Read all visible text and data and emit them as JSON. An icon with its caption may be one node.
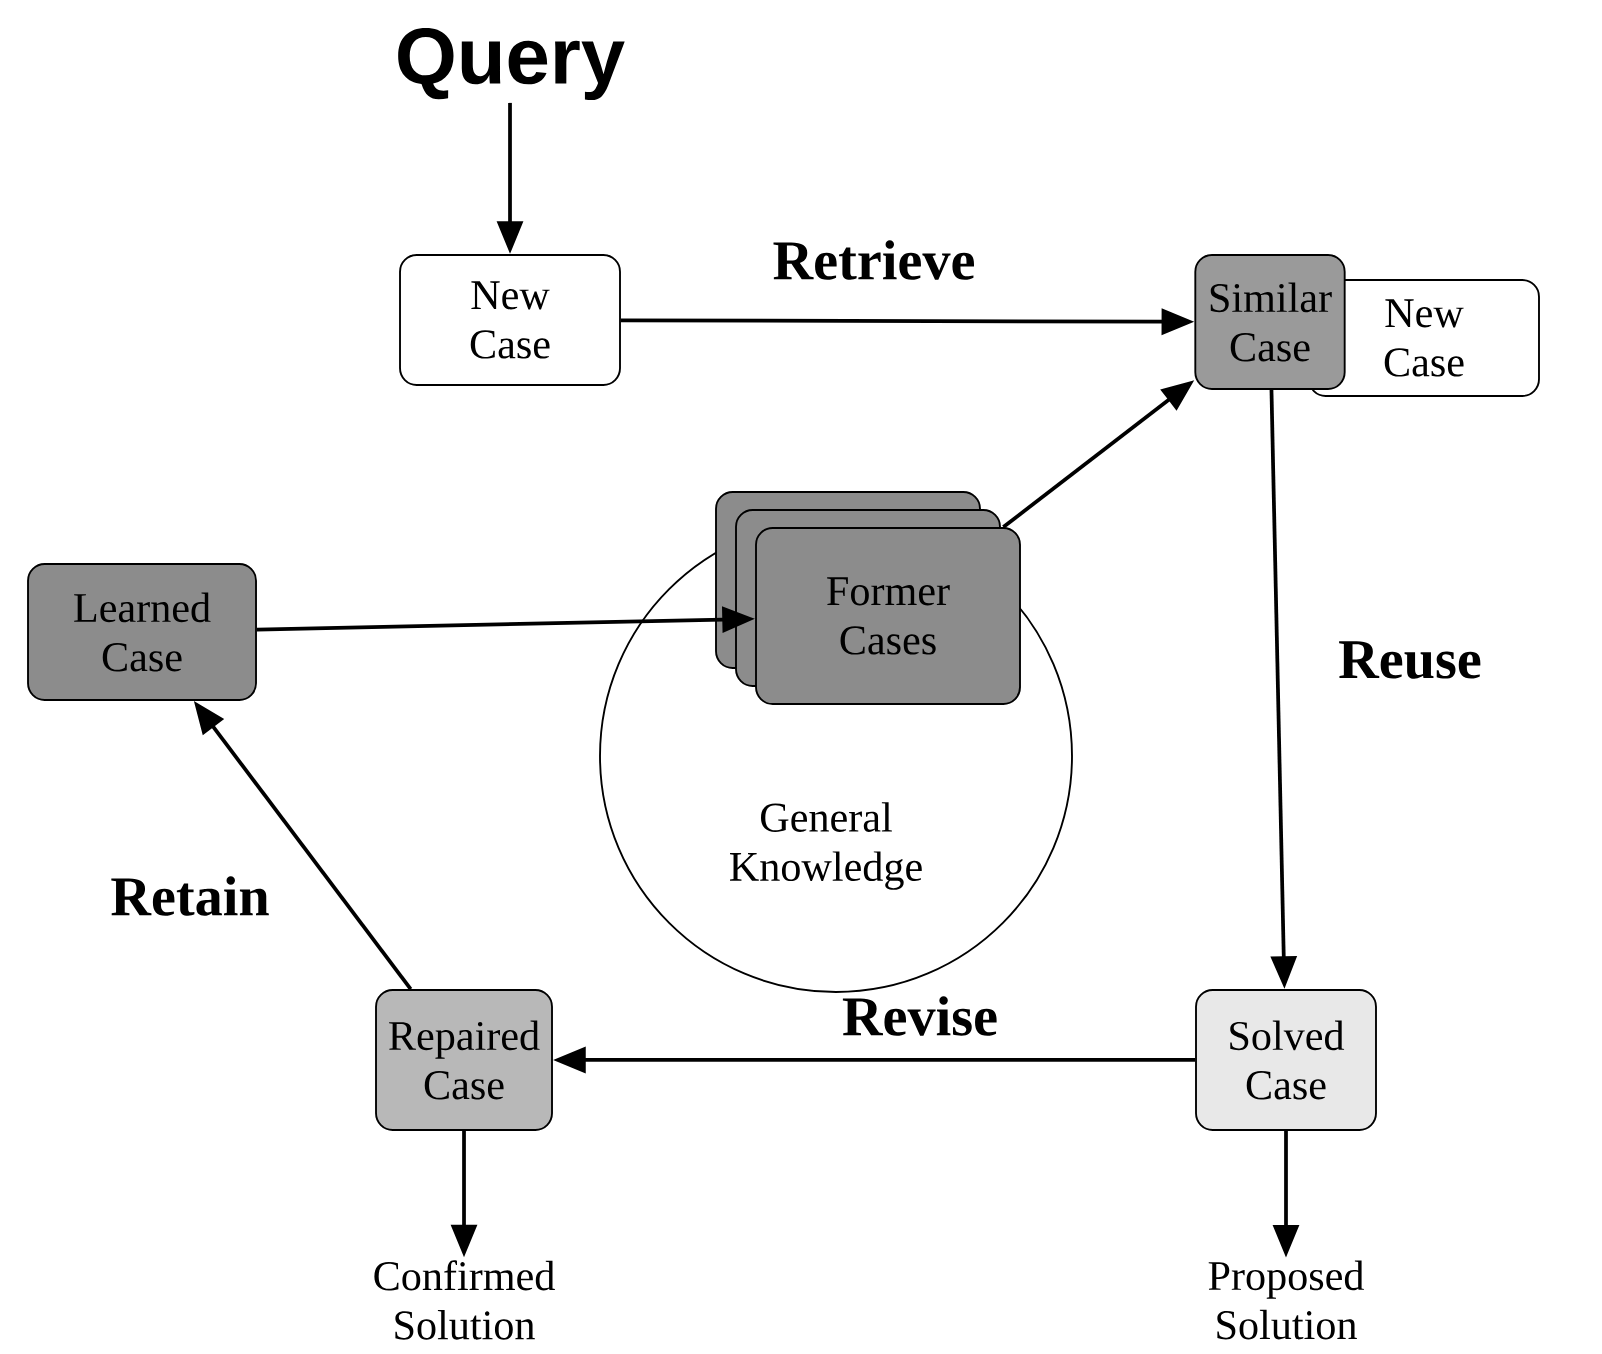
{
  "diagram": {
    "nodes": [
      {
        "text": [
          "Query"
        ]
      },
      {
        "text": [
          "New Case"
        ]
      },
      {
        "text": [
          "Similar Case"
        ]
      },
      {
        "text": [
          "New Case"
        ]
      },
      {
        "text": [
          "Learned Case"
        ]
      },
      {
        "text": [
          "General Knowledge"
        ]
      },
      {
        "text": [
          "Former Cases"
        ],
        "in": 5
      },
      {
        "text": [
          "Repaired Case"
        ]
      },
      {
        "text": [
          "Solved Case"
        ]
      },
      {
        "text": [
          "Confirmed Solution"
        ]
      },
      {
        "text": [
          "Proposed Solution"
        ]
      }
    ],
    "edges": [
      {
        "from": 0,
        "to": 1,
        "arrow": "to"
      },
      {
        "from": 1,
        "to": 2,
        "arrow": "to",
        "label": "Retrieve"
      },
      {
        "from": 6,
        "to": 2,
        "arrow": "to"
      },
      {
        "from": 4,
        "to": 6,
        "arrow": "to"
      },
      {
        "from": 2,
        "to": 8,
        "arrow": "to",
        "label": "Reuse"
      },
      {
        "from": 8,
        "to": 7,
        "arrow": "to",
        "label": "Revise"
      },
      {
        "from": 7,
        "to": 4,
        "arrow": "to",
        "label": "Retain"
      },
      {
        "from": 7,
        "to": 9,
        "arrow": "to"
      },
      {
        "from": 8,
        "to": 10,
        "arrow": "to"
      }
    ]
  }
}
